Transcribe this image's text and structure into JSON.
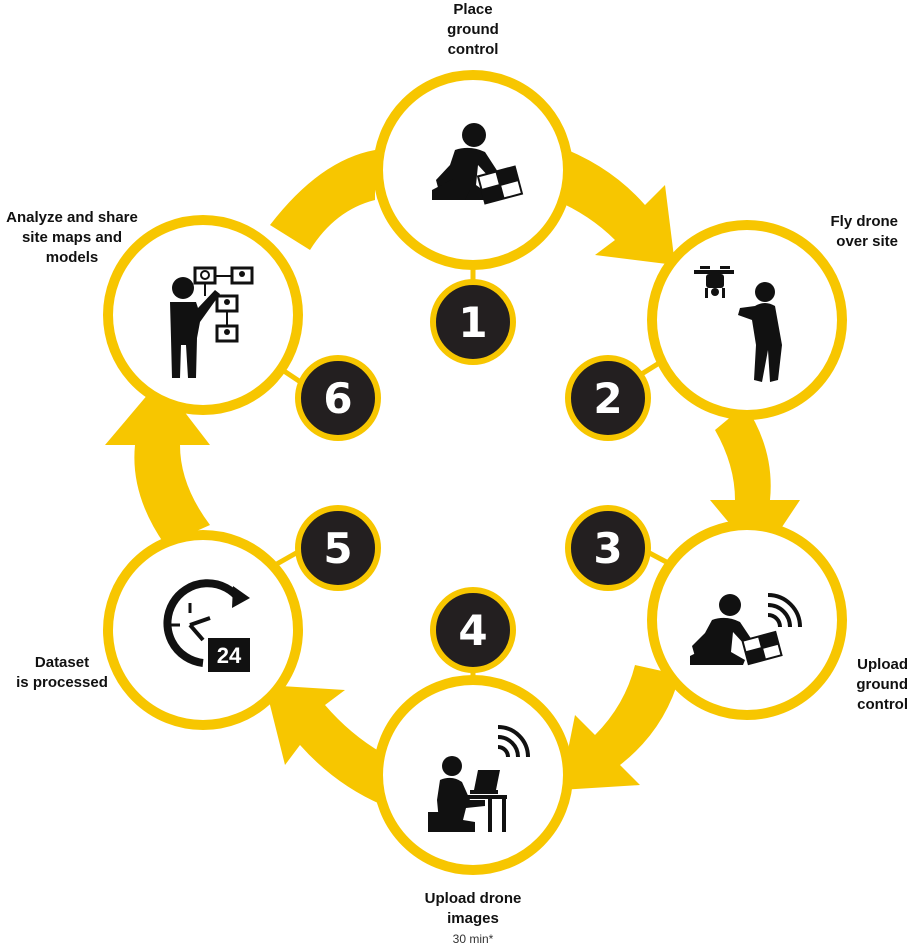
{
  "colors": {
    "accent": "#F7C600",
    "badge": "#231F20",
    "icon": "#111111",
    "circle": "#ffffff"
  },
  "steps": [
    {
      "number": "1",
      "label": "Place\nground\ncontrol",
      "icon": "kneeling-person-placing-target-icon"
    },
    {
      "number": "2",
      "label": "Fly drone\nover site",
      "icon": "person-flying-drone-icon"
    },
    {
      "number": "3",
      "label": "Upload\nground\ncontrol",
      "icon": "kneeling-person-wireless-upload-icon"
    },
    {
      "number": "4",
      "label": "Upload drone\nimages",
      "sublabel": "30 min*",
      "icon": "person-at-laptop-wireless-icon"
    },
    {
      "number": "5",
      "label": "Dataset\nis processed",
      "clock_value": "24",
      "icon": "clock-24-icon"
    },
    {
      "number": "6",
      "label": "Analyze and share\nsite maps and\nmodels",
      "icon": "person-presenting-flowchart-icon"
    }
  ]
}
